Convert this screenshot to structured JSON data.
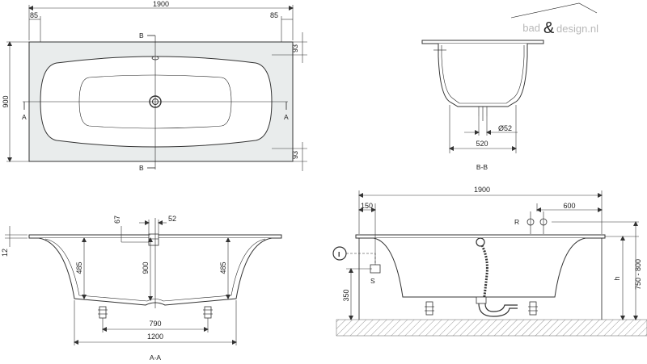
{
  "logo": {
    "part1": "bad",
    "part2": "design.nl"
  },
  "top_view": {
    "overall_length": "1900",
    "edge_left": "85",
    "edge_right": "85",
    "width": "900",
    "rim_top": "93",
    "rim_bottom": "93",
    "section_a_left": "A",
    "section_a_right": "A",
    "section_b_top": "B",
    "section_b_bottom": "B"
  },
  "section_bb": {
    "outlet_diameter": "Ø52",
    "base_width": "520",
    "caption": "B-B"
  },
  "section_aa": {
    "rim_thickness": "12",
    "overflow_offset": "67",
    "overflow_diameter": "52",
    "depth_left": "485",
    "depth_center": "900",
    "depth_right": "485",
    "feet_spacing": "790",
    "bottom_length": "1200",
    "caption": "A-A"
  },
  "installation_view": {
    "overall_length": "1900",
    "offset_150": "150",
    "offset_600": "600",
    "marker_r": "R",
    "marker_i": "I",
    "marker_s": "S",
    "height_350": "350",
    "height_h": "h",
    "height_range": "750 - 800"
  }
}
